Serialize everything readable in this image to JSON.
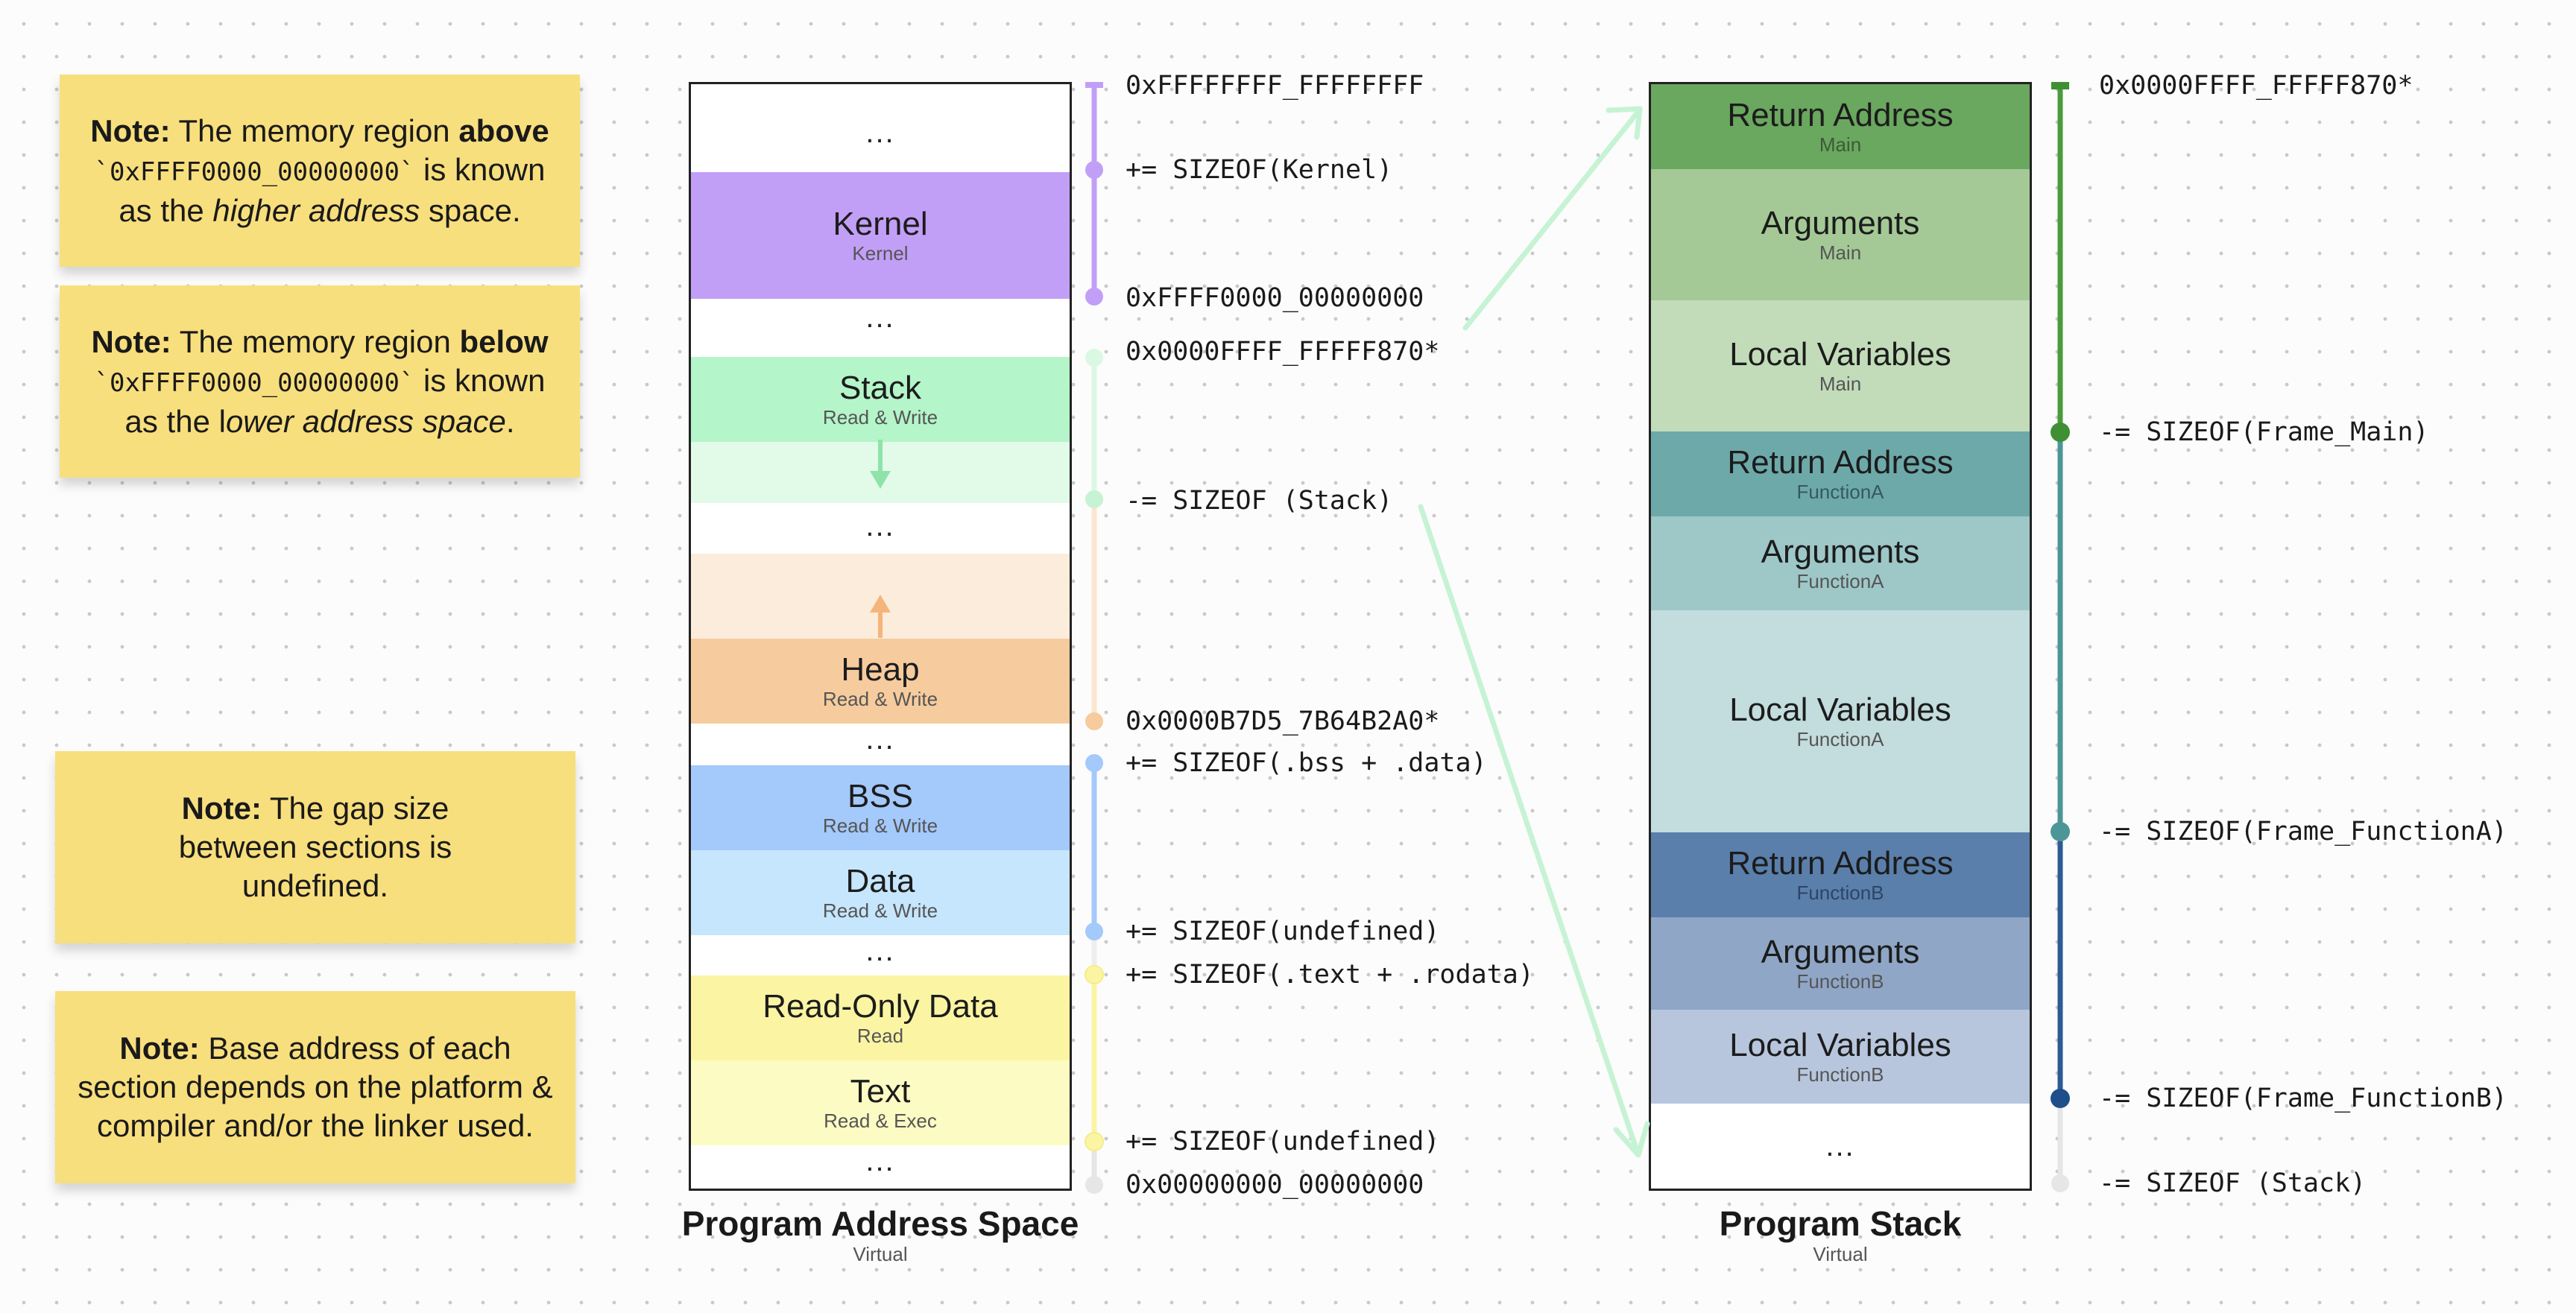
{
  "notes": {
    "higher": {
      "bold1": "Note:",
      "t1": " The memory region ",
      "bold2": "above",
      "code": "`0xFFFF0000_00000000`",
      "t2": " is known as the ",
      "ital": "higher address",
      "t3": " space."
    },
    "lower": {
      "bold1": "Note:",
      "t1": " The memory region ",
      "bold2": "below",
      "code": "`0xFFFF0000_00000000`",
      "t2": " is known as the l",
      "ital": "ower address space",
      "t3": "."
    },
    "gap": {
      "bold1": "Note:",
      "t1": " The gap size between sections is undefined."
    },
    "base": {
      "bold1": "Note:",
      "t1": " Base address of each section depends on the platform & compiler and/or the linker used."
    }
  },
  "address_space": {
    "title": "Program Address Space",
    "subtitle": "Virtual",
    "ellipsis": "...",
    "segments": {
      "kernel": {
        "label": "Kernel",
        "sub": "Kernel"
      },
      "stack": {
        "label": "Stack",
        "sub": "Read & Write"
      },
      "heap": {
        "label": "Heap",
        "sub": "Read & Write"
      },
      "bss": {
        "label": "BSS",
        "sub": "Read & Write"
      },
      "data": {
        "label": "Data",
        "sub": "Read & Write"
      },
      "rodata": {
        "label": "Read-Only Data",
        "sub": "Read"
      },
      "text": {
        "label": "Text",
        "sub": "Read & Exec"
      }
    },
    "addresses": {
      "a1": "0xFFFFFFFF_FFFFFFFF",
      "a2": "+= SIZEOF(Kernel)",
      "a3": "0xFFFF0000_00000000",
      "a4": "0x0000FFFF_FFFFF870*",
      "a5": "-= SIZEOF (Stack)",
      "a6": "0x0000B7D5_7B64B2A0*",
      "a7": "+= SIZEOF(.bss + .data)",
      "a8": "+= SIZEOF(undefined)",
      "a9": "+= SIZEOF(.text + .rodata)",
      "a10": "+= SIZEOF(undefined)",
      "a11": "0x00000000_00000000"
    }
  },
  "program_stack": {
    "title": "Program Stack",
    "subtitle": "Virtual",
    "ellipsis": "...",
    "frames": {
      "m_ret": {
        "label": "Return Address",
        "sub": "Main"
      },
      "m_args": {
        "label": "Arguments",
        "sub": "Main"
      },
      "m_locals": {
        "label": "Local Variables",
        "sub": "Main"
      },
      "a_ret": {
        "label": "Return Address",
        "sub": "FunctionA"
      },
      "a_args": {
        "label": "Arguments",
        "sub": "FunctionA"
      },
      "a_locals": {
        "label": "Local Variables",
        "sub": "FunctionA"
      },
      "b_ret": {
        "label": "Return Address",
        "sub": "FunctionB"
      },
      "b_args": {
        "label": "Arguments",
        "sub": "FunctionB"
      },
      "b_locals": {
        "label": "Local Variables",
        "sub": "FunctionB"
      }
    },
    "addresses": {
      "s1": "0x0000FFFF_FFFFF870*",
      "s2": "-= SIZEOF(Frame_Main)",
      "s3": "-= SIZEOF(Frame_FunctionA)",
      "s4": "-= SIZEOF(Frame_FunctionB)",
      "s5": "-= SIZEOF (Stack)"
    }
  },
  "colors": {
    "kernel": "#c29ff7",
    "stack": "#b4f5c9",
    "heap": "#f6cc9e",
    "bss": "#a4c9fb",
    "data": "#c5e6fc",
    "rodata": "#fbf5a3",
    "text": "#fcfbc3",
    "main": "#6aa75f",
    "funcA": "#6ea9aa",
    "funcB": "#5a7fab"
  }
}
